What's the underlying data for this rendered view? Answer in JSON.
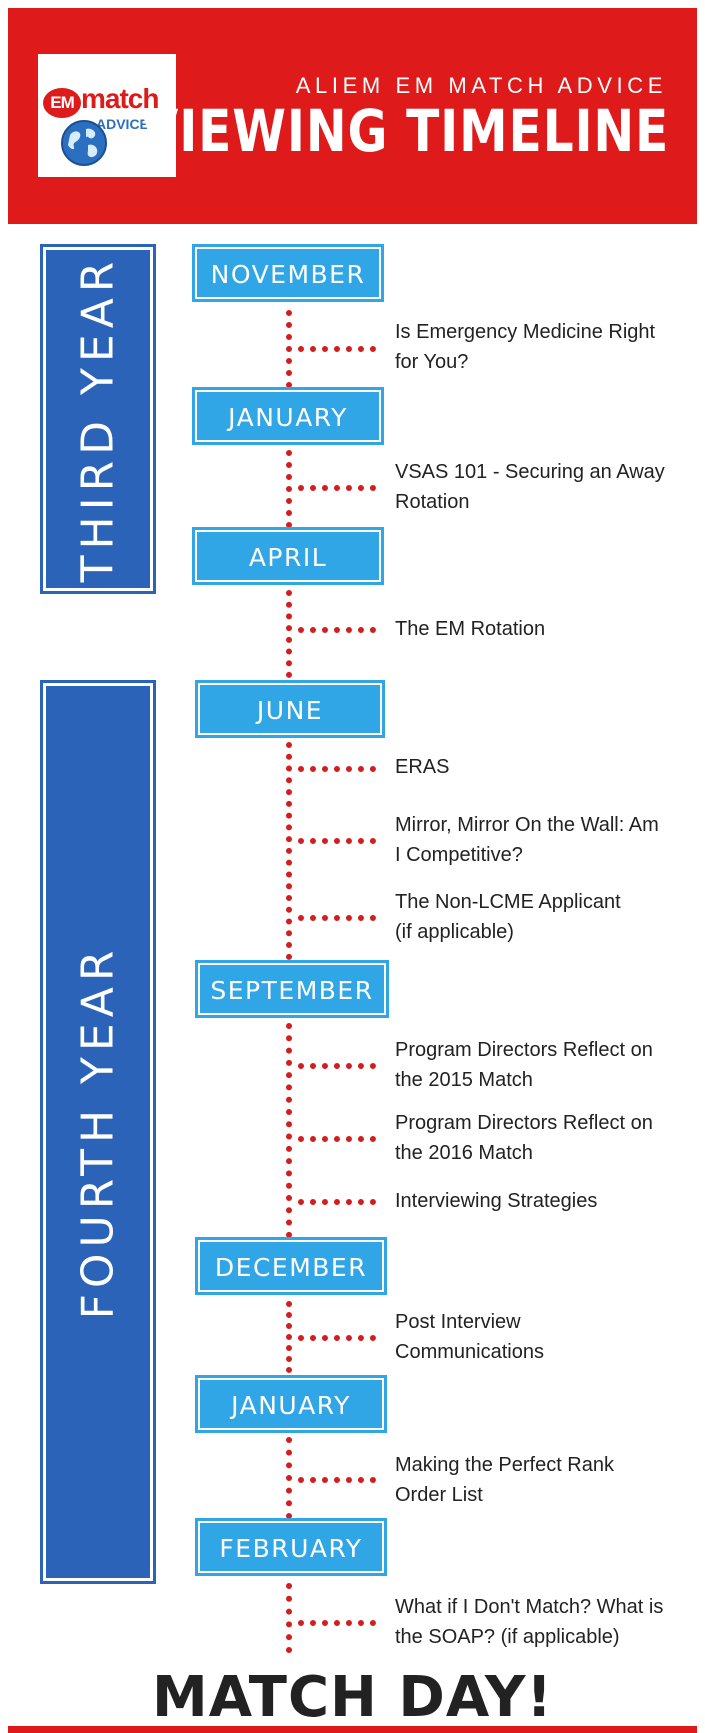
{
  "header": {
    "logo": {
      "em": "EM",
      "match": "match",
      "advice": "ADVICE",
      "icon": "globe-icon"
    },
    "subtitle": "ALIEM EM MATCH ADVICE",
    "title": "VIEWING TIMELINE"
  },
  "years": {
    "third": "THIRD YEAR",
    "fourth": "FOURTH YEAR"
  },
  "months": {
    "november": "NOVEMBER",
    "january_1": "JANUARY",
    "april": "APRIL",
    "june": "JUNE",
    "september": "SEPTEMBER",
    "december": "DECEMBER",
    "january_2": "JANUARY",
    "february": "FEBRUARY"
  },
  "items": {
    "em_right": "Is Emergency Medicine Right\nfor You?",
    "vsas": "VSAS 101 - Securing an Away\nRotation",
    "em_rotation": "The EM Rotation",
    "eras": "ERAS",
    "mirror": "Mirror, Mirror On the Wall: Am\nI Competitive?",
    "non_lcme": "The Non-LCME Applicant\n (if applicable)",
    "pd_2015": "Program Directors Reflect on\nthe 2015 Match",
    "pd_2016": "Program Directors Reflect on\nthe 2016 Match",
    "interviewing": "Interviewing Strategies",
    "post_interview": "Post Interview\nCommunications",
    "rank_list": "Making the Perfect Rank\nOrder List",
    "soap": "What if I Don't Match? What is\nthe SOAP? (if applicable)"
  },
  "finale": "MATCH DAY!",
  "colors": {
    "red": "#df1a1a",
    "year_blue": "#2a63b8",
    "month_blue": "#31a6e6",
    "dots": "#d11e1e"
  }
}
